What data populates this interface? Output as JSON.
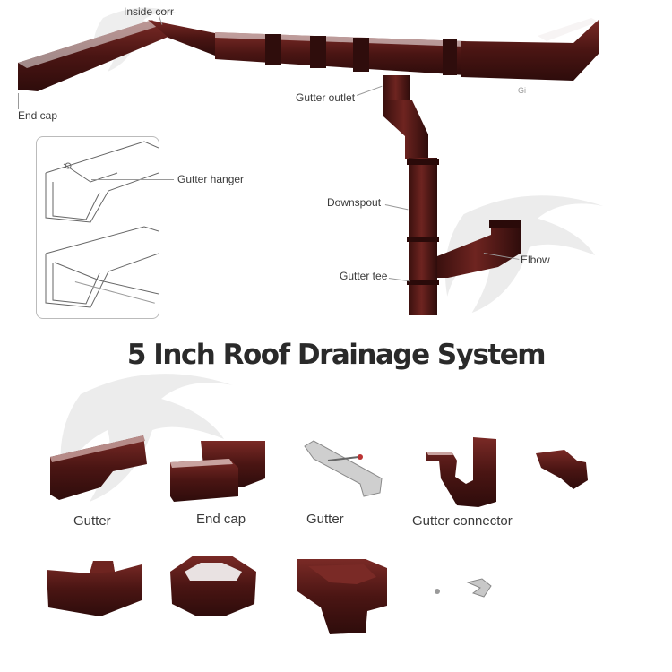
{
  "colors": {
    "gutter_brown": "#4a1513",
    "gutter_highlight": "#7a2a26",
    "watermark": "#e6e6e6"
  },
  "title": "5 Inch Roof Drainage System",
  "callouts": {
    "inside_corner": "Inside corr",
    "end_cap": "End cap",
    "gutter_outlet": "Gutter outlet",
    "gutter_hanger": "Gutter hanger",
    "downspout": "Downspout",
    "elbow": "Elbow",
    "gutter_tee": "Gutter tee",
    "right_cut": "Gi"
  },
  "products": {
    "gutter": "Gutter",
    "end_cap": "End cap",
    "hanger": "Gutter",
    "connector": "Gutter connector"
  }
}
